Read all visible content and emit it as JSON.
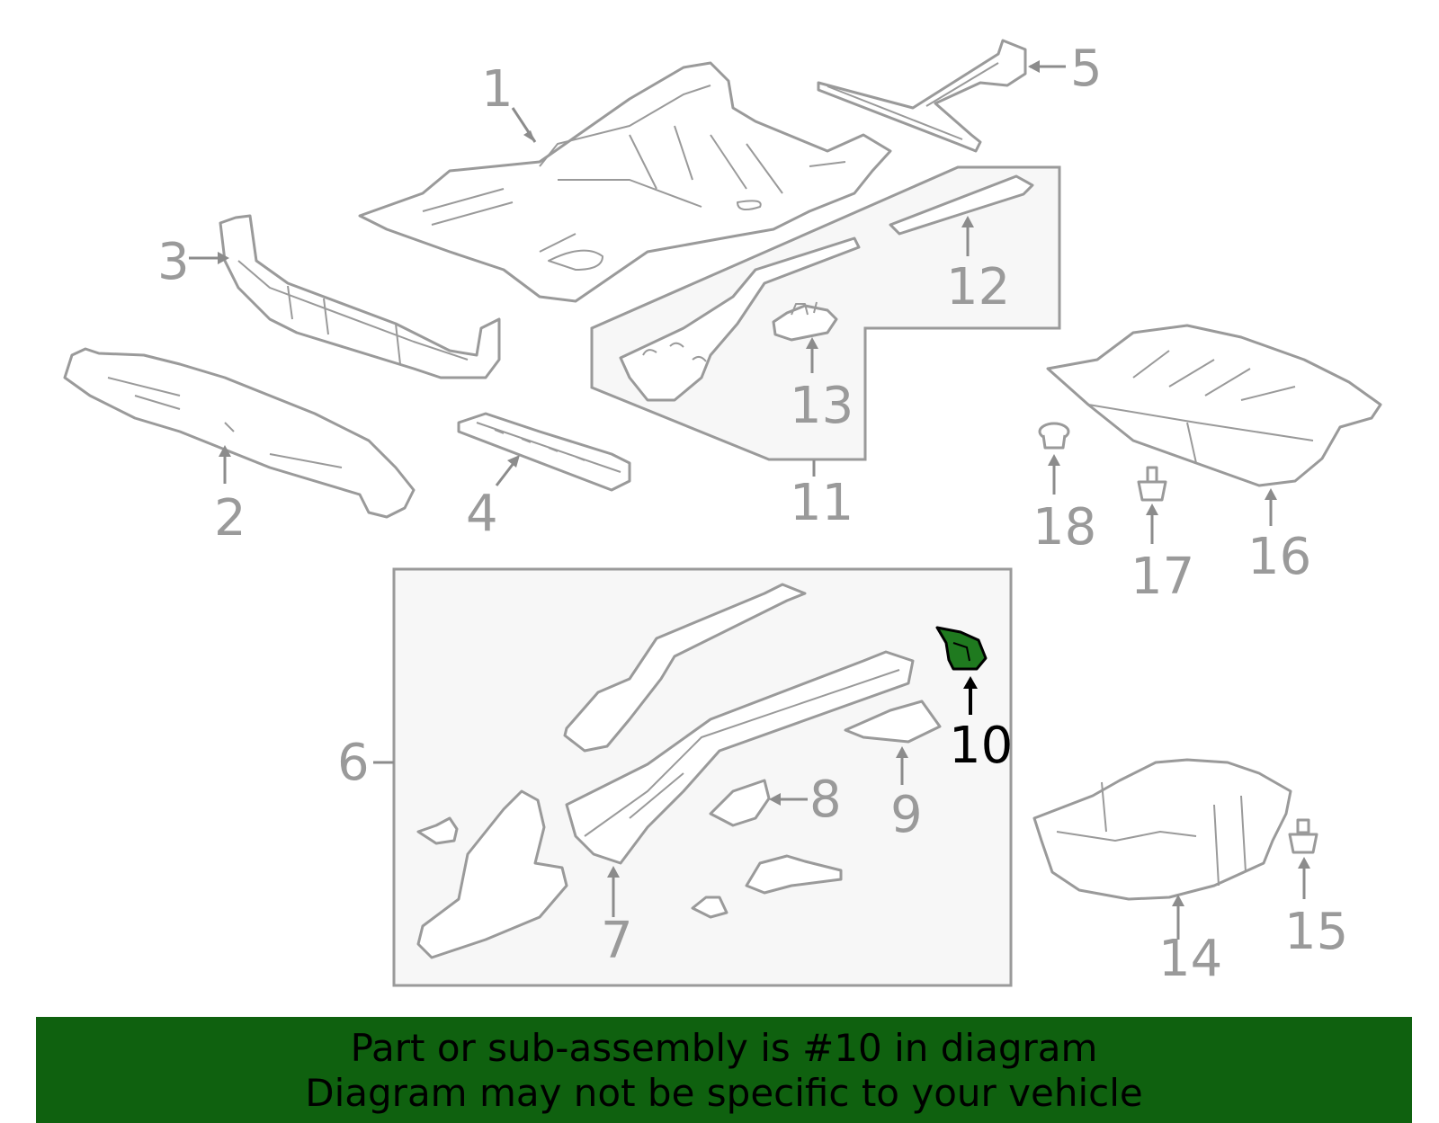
{
  "callouts": {
    "c1": "1",
    "c2": "2",
    "c3": "3",
    "c4": "4",
    "c5": "5",
    "c6": "6",
    "c7": "7",
    "c8": "8",
    "c9": "9",
    "c10": "10",
    "c11": "11",
    "c12": "12",
    "c13": "13",
    "c14": "14",
    "c15": "15",
    "c16": "16",
    "c17": "17",
    "c18": "18"
  },
  "highlight": {
    "part_number": "10",
    "color": "#1f7a1f"
  },
  "banner": {
    "line1": "Part or sub-assembly is #10 in diagram",
    "line2": "Diagram may not be specific to your vehicle",
    "background": "#0f610f"
  }
}
